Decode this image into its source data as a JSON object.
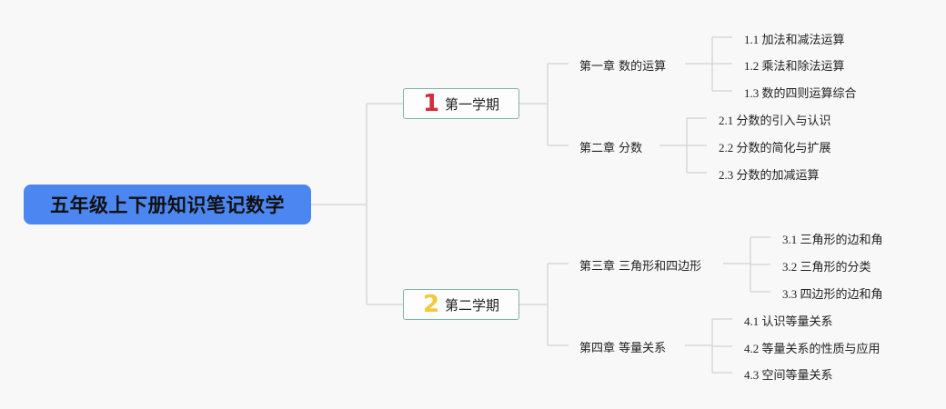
{
  "root": {
    "title": "五年级上下册知识笔记数学"
  },
  "colors": {
    "root_fill": "#4c86f0",
    "border": "#7db4a4",
    "line": "#d2d2d2",
    "num1": "#d62b3a",
    "num2": "#f2c938"
  },
  "semesters": [
    {
      "number": "1",
      "label": "第一学期",
      "chapters": [
        {
          "title": "第一章 数的运算",
          "sections": [
            "1.1 加法和减法运算",
            "1.2 乘法和除法运算",
            "1.3 数的四则运算综合"
          ]
        },
        {
          "title": "第二章 分数",
          "sections": [
            "2.1 分数的引入与认识",
            "2.2 分数的简化与扩展",
            "2.3 分数的加减运算"
          ]
        }
      ]
    },
    {
      "number": "2",
      "label": "第二学期",
      "chapters": [
        {
          "title": "第三章 三角形和四边形",
          "sections": [
            "3.1 三角形的边和角",
            "3.2 三角形的分类",
            "3.3 四边形的边和角"
          ]
        },
        {
          "title": "第四章 等量关系",
          "sections": [
            "4.1 认识等量关系",
            "4.2 等量关系的性质与应用",
            "4.3 空间等量关系"
          ]
        }
      ]
    }
  ]
}
